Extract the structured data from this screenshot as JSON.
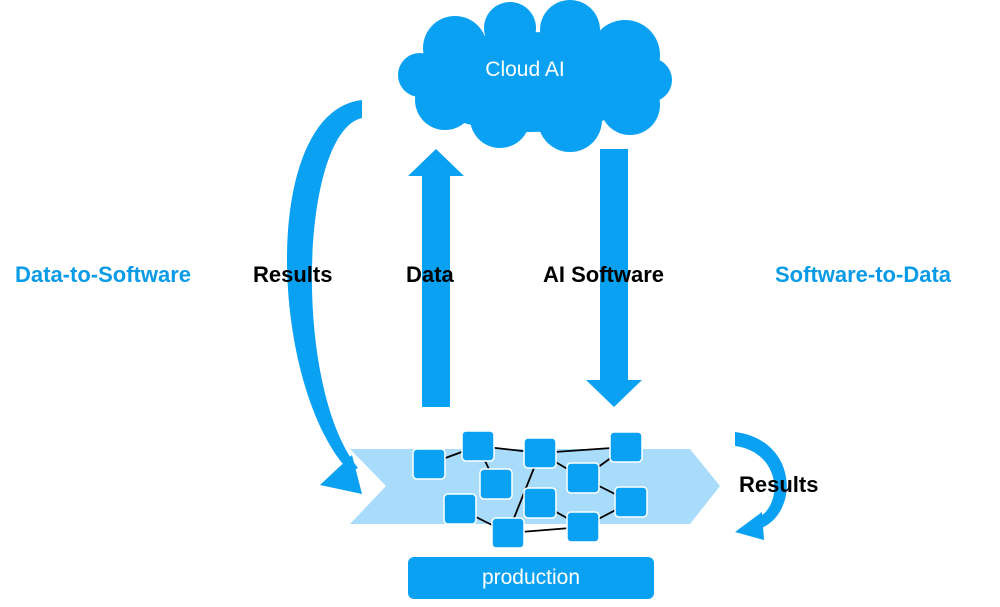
{
  "cloud": {
    "label": "Cloud AI"
  },
  "arrows": {
    "up_label": "Data",
    "down_label": "AI Software"
  },
  "loops": {
    "left_label": "Results",
    "right_label": "Results"
  },
  "sides": {
    "left": "Data-to-Software",
    "right": "Software-to-Data"
  },
  "production": {
    "label": "production"
  },
  "colors": {
    "primary": "#0aa1f2",
    "light": "#a9dcfa",
    "label_blue": "#0a9be6",
    "dark": "#000000"
  },
  "icons": [
    "cloud-icon",
    "up-arrow",
    "down-arrow",
    "curved-arrow-left",
    "curved-arrow-right",
    "node-network"
  ]
}
